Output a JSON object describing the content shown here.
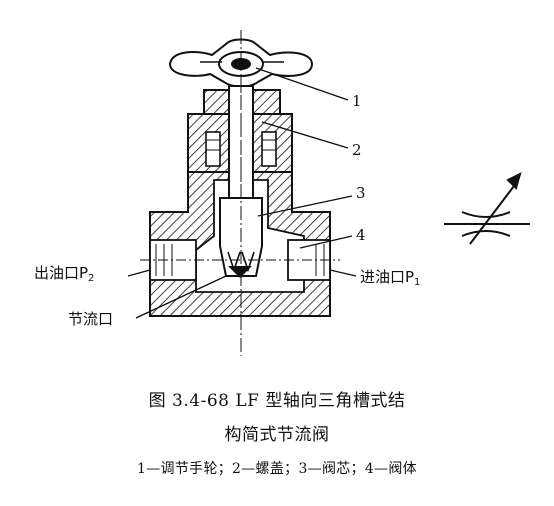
{
  "figure": {
    "callouts": [
      "1",
      "2",
      "3",
      "4"
    ],
    "labels": {
      "outlet": "出油口P",
      "outlet_sub": "2",
      "inlet": "进油口P",
      "inlet_sub": "1",
      "throttle_port": "节流口"
    }
  },
  "caption": {
    "line1": "图 3.4-68   LF 型轴向三角槽式结",
    "line2": "构简式节流阀"
  },
  "legend": "1—调节手轮；2—螺盖；3—阀芯；4—阀体",
  "colors": {
    "ink": "#111111",
    "background": "#ffffff"
  }
}
